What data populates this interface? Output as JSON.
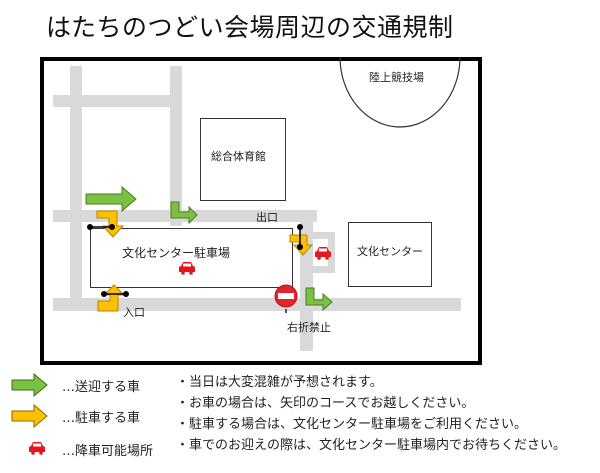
{
  "title": "はたちのつどい会場周辺の交通規制",
  "map": {
    "buildings": {
      "gymnasium": "総合体育館",
      "athletics_stadium": "陸上競技場",
      "culture_center": "文化センター",
      "parking_lot": "文化センター駐車場"
    },
    "labels": {
      "exit": "出口",
      "entrance": "入口",
      "no_right_turn": "右折禁止"
    },
    "icons": {
      "pickup_arrow": "green-arrow",
      "parking_arrow": "yellow-arrow",
      "dropoff_spot": "red-car-icon",
      "no_entry_sign": "no-entry-sign-icon",
      "gate": "gate-bar-icon"
    },
    "colors": {
      "road": "#d9d9d9",
      "pickup_arrow": "#7cc242",
      "parking_arrow": "#ffc000",
      "car": "#e8141e",
      "no_entry": "#e3242b"
    }
  },
  "legend": [
    {
      "icon": "green-arrow",
      "label": "…送迎する車"
    },
    {
      "icon": "yellow-arrow",
      "label": "…駐車する車"
    },
    {
      "icon": "red-car-icon",
      "label": "…降車可能場所"
    }
  ],
  "notes": [
    "・当日は大変混雑が予想されます。",
    "・お車の場合は、矢印のコースでお越しください。",
    "・駐車する場合は、文化センター駐車場をご利用ください。",
    "・車でのお迎えの際は、文化センター駐車場内でお待ちください。"
  ]
}
